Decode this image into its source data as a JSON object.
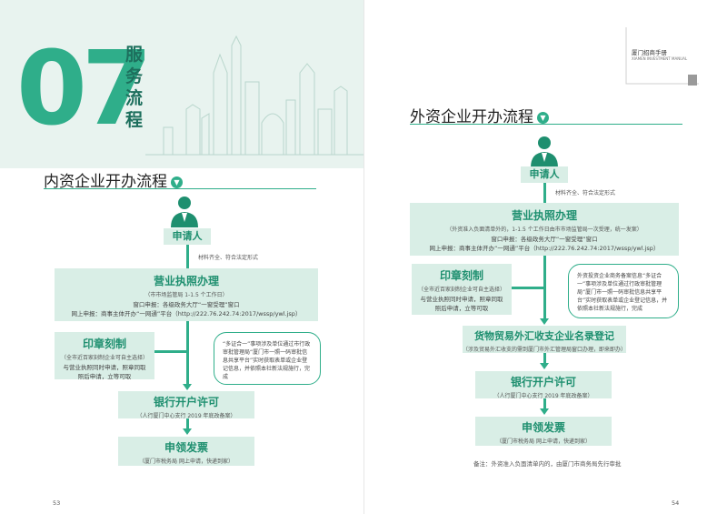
{
  "left": {
    "chapter_number": "07",
    "chapter_title": "服务流程",
    "section_title": "内资企业开办流程",
    "applicant": "申请人",
    "applicant_note": "材料齐全、符合法定形式",
    "license": {
      "title": "营业执照办理",
      "sub": "（市市场监管局 1-1.5 个工作日）",
      "line1": "窗口申报：各级政务大厅“一窗受理”窗口",
      "line2": "网上申报：商事主体开办“一网通”平台（http://222.76.242.74:2017/wssp/ywl.jsp）"
    },
    "seal": {
      "title": "印章刻制",
      "sub": "（全市近百家刻制企业可自主选择）",
      "line1": "与营业执照同时申请，照章同取",
      "line2": "照后申请，立等可取"
    },
    "bubble": "“多证合一”事项涉及单位通过市行政审批管理局“厦门市一照一码审批信息共享平台”实时获取表单或企业登记信息，并依照本社新法规施行，完成",
    "bank": {
      "title": "银行开户许可",
      "sub": "（人行厦门中心支行 2019 年底改备案）"
    },
    "invoice": {
      "title": "申领发票",
      "sub": "（厦门市税务局 网上申请，快递到家）"
    },
    "page_number": "53"
  },
  "right": {
    "brand_line1": "厦门招商手册",
    "brand_line2": "XIAMEN INVESTMENT MANUAL",
    "section_title": "外资企业开办流程",
    "applicant": "申请人",
    "applicant_note": "材料齐全、符合法定形式",
    "license": {
      "title": "营业执照办理",
      "sub": "（外资准入负面清单外的，1-1.5 个工作日由市市场监管局一次受理，统一发案）",
      "line1": "窗口申报：各级政务大厅“一窗受理”窗口",
      "line2": "网上申报：商事主体开办“一网通”平台（http://222.76.242.74:2017/wssp/ywl.jsp）"
    },
    "seal": {
      "title": "印章刻制",
      "sub": "（全市近百家刻制企业可自主选择）",
      "line1": "与营业执照同时申请，照章同取",
      "line2": "照后申请，立等可取"
    },
    "bubble": "外资投资企业商务备案信息“多证合一”事项涉及单位通过行政审批管理局“厦门市一照一码审批信息共享平台”实时获取表单或企业登记信息，并依照本社新法规施行，完成",
    "forex": {
      "title": "货物贸易外汇收支企业名录登记",
      "sub": "（涉及贸易外汇收支的需到厦门市外汇管理局窗口办理，即来即办）"
    },
    "bank": {
      "title": "银行开户许可",
      "sub": "（人行厦门中心支行 2019 年底改备案）"
    },
    "invoice": {
      "title": "申领发票",
      "sub": "（厦门市税务局 网上申请，快递到家）"
    },
    "footnote": "备注：外资准入负面清单内的，由厦门市商务局先行审批",
    "page_number": "54"
  },
  "colors": {
    "accent": "#2fae8a",
    "box": "#d9eee6",
    "band": "#e8f3ef"
  },
  "icons": [
    "person-icon",
    "skyline-illustration",
    "triangle-down-icon",
    "arrow-down-icon"
  ]
}
